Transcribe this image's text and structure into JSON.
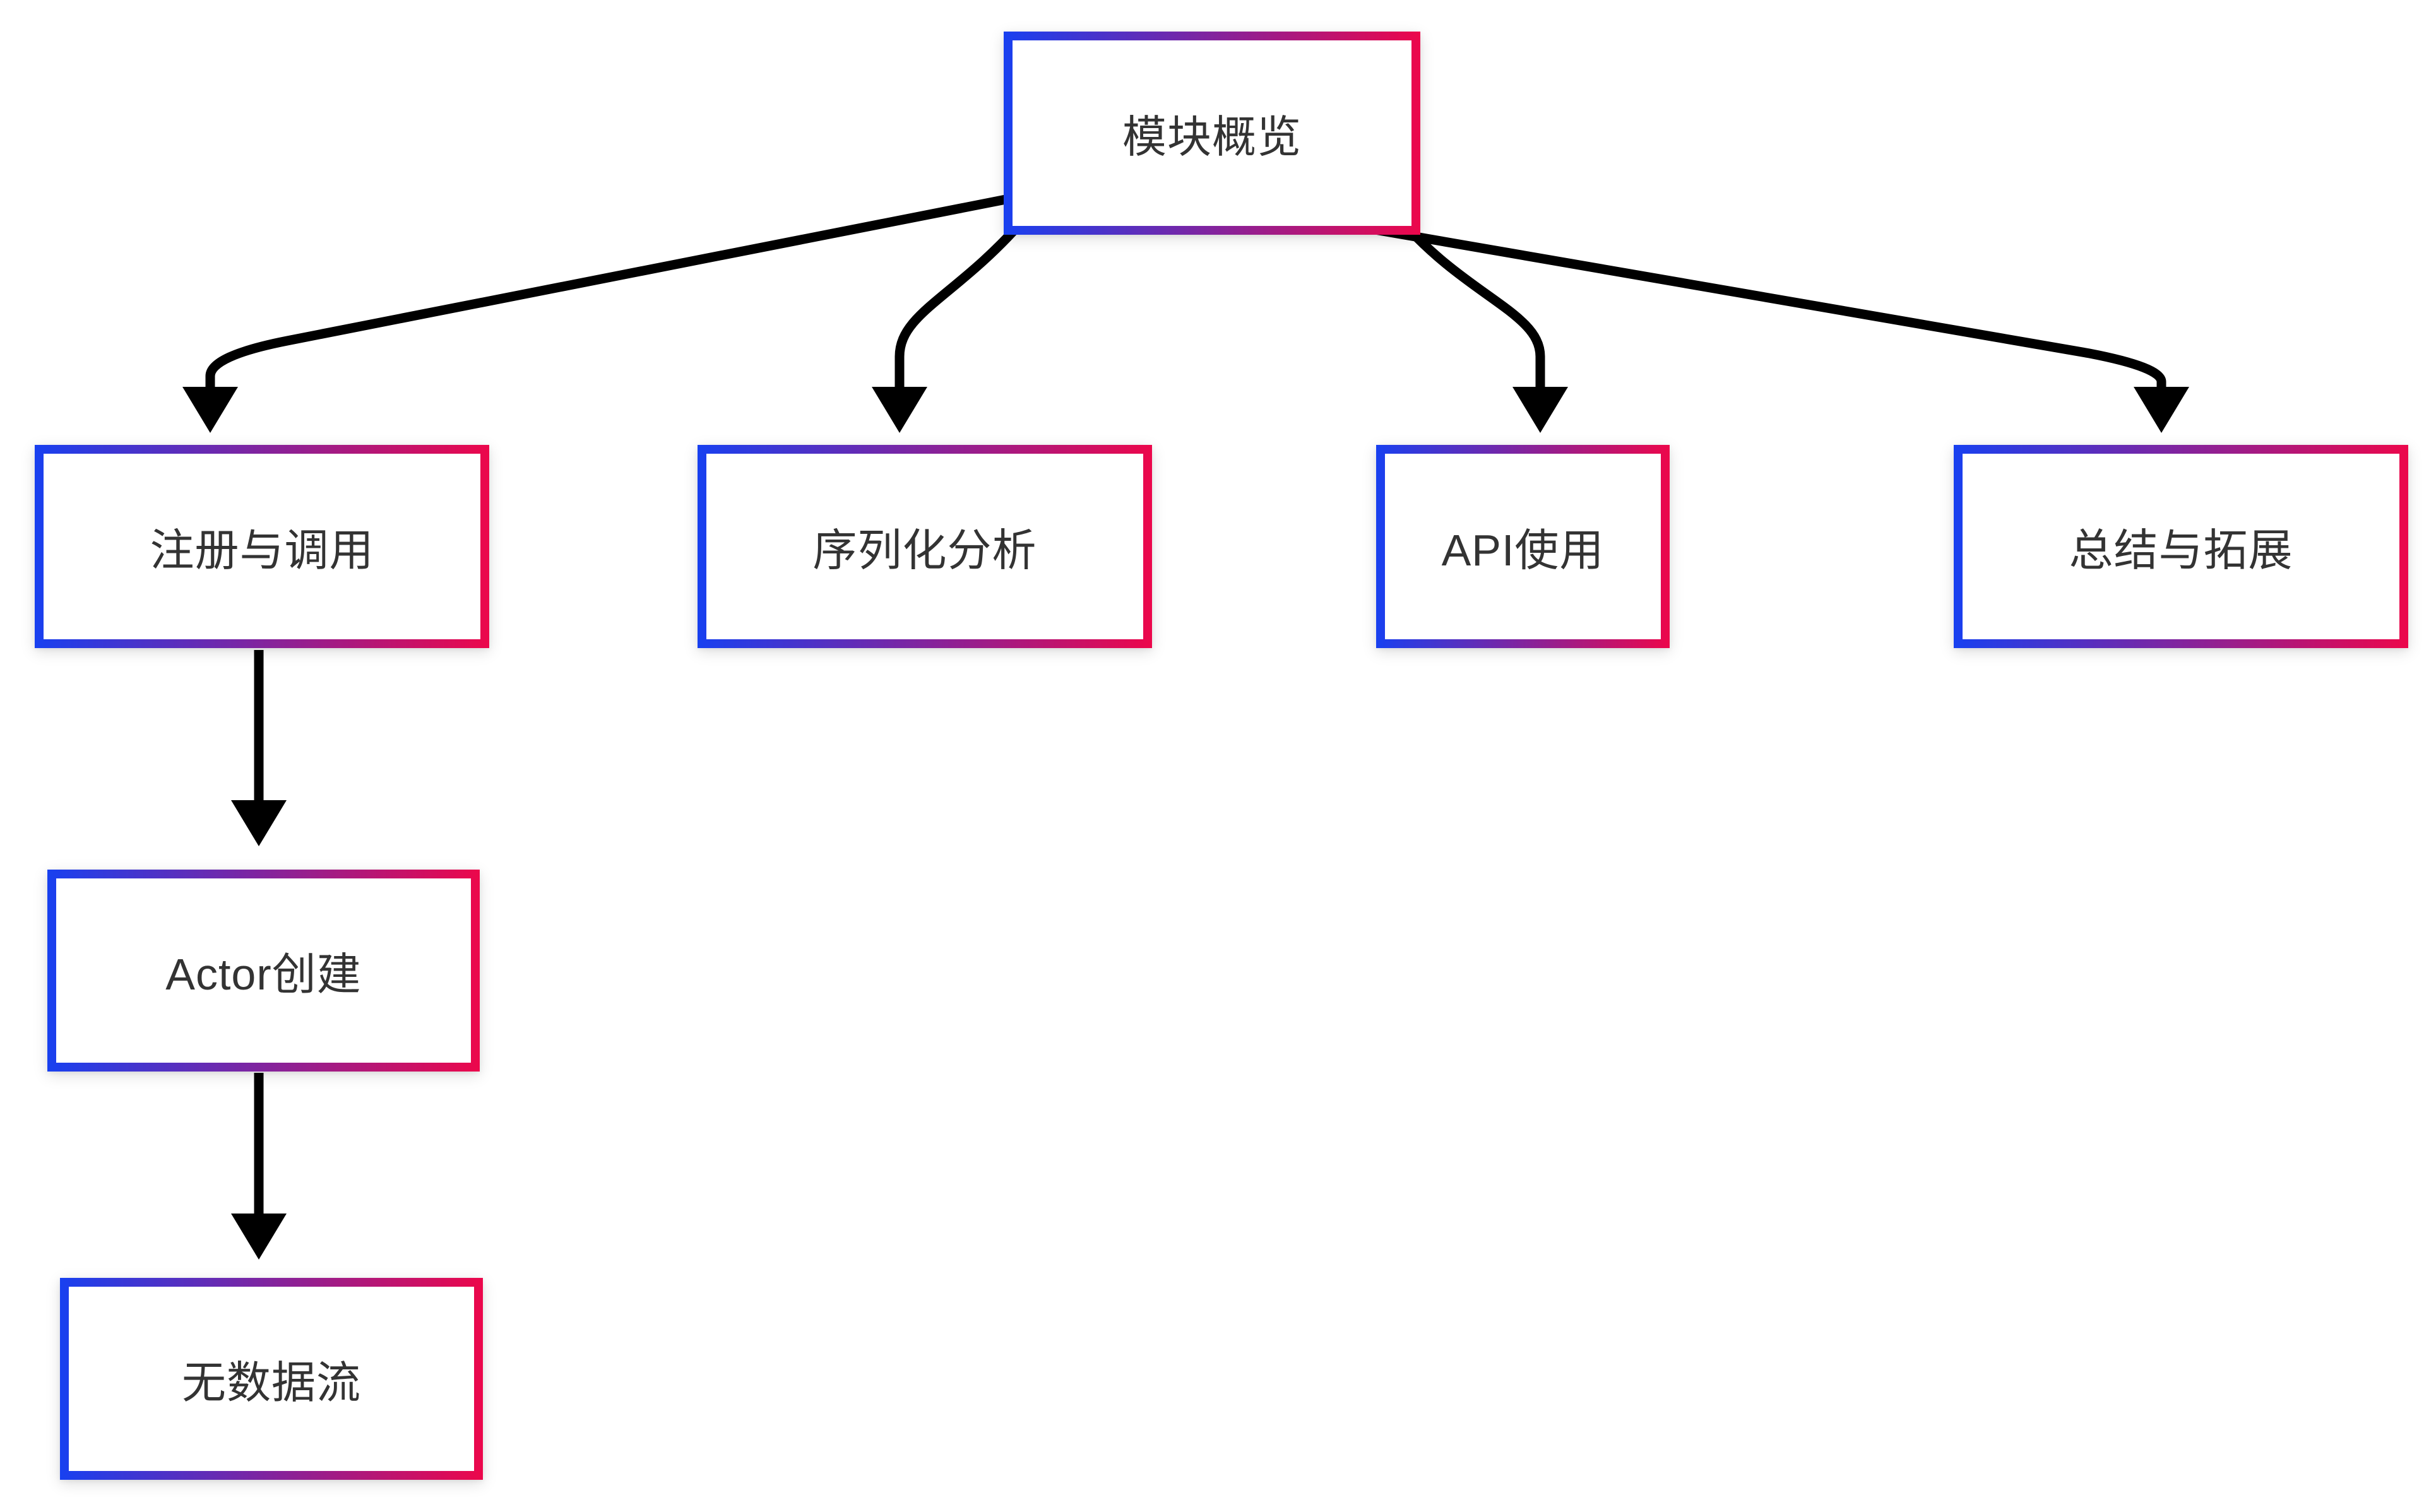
{
  "diagram": {
    "title": "module overview flowchart",
    "canvas_background": "#ffffff",
    "node_style": {
      "fill": "#ffffff",
      "border_gradient_start": "#1840f0",
      "border_gradient_end": "#ec074b",
      "text_color": "#333333"
    },
    "edge_style": {
      "color": "#000000",
      "arrowhead": "solid-triangle"
    },
    "nodes": {
      "overview": {
        "label": "模块概览"
      },
      "registration": {
        "label": "注册与调用"
      },
      "serialization": {
        "label": "序列化分析"
      },
      "api_usage": {
        "label": "API使用"
      },
      "summary": {
        "label": "总结与拓展"
      },
      "actor_creation": {
        "label": "Actor创建"
      },
      "no_dataflow": {
        "label": "无数据流"
      }
    },
    "edges": [
      {
        "from": "模块概览",
        "to": "注册与调用"
      },
      {
        "from": "模块概览",
        "to": "序列化分析"
      },
      {
        "from": "模块概览",
        "to": "API使用"
      },
      {
        "from": "模块概览",
        "to": "总结与拓展"
      },
      {
        "from": "注册与调用",
        "to": "Actor创建"
      },
      {
        "from": "Actor创建",
        "to": "无数据流"
      }
    ]
  }
}
